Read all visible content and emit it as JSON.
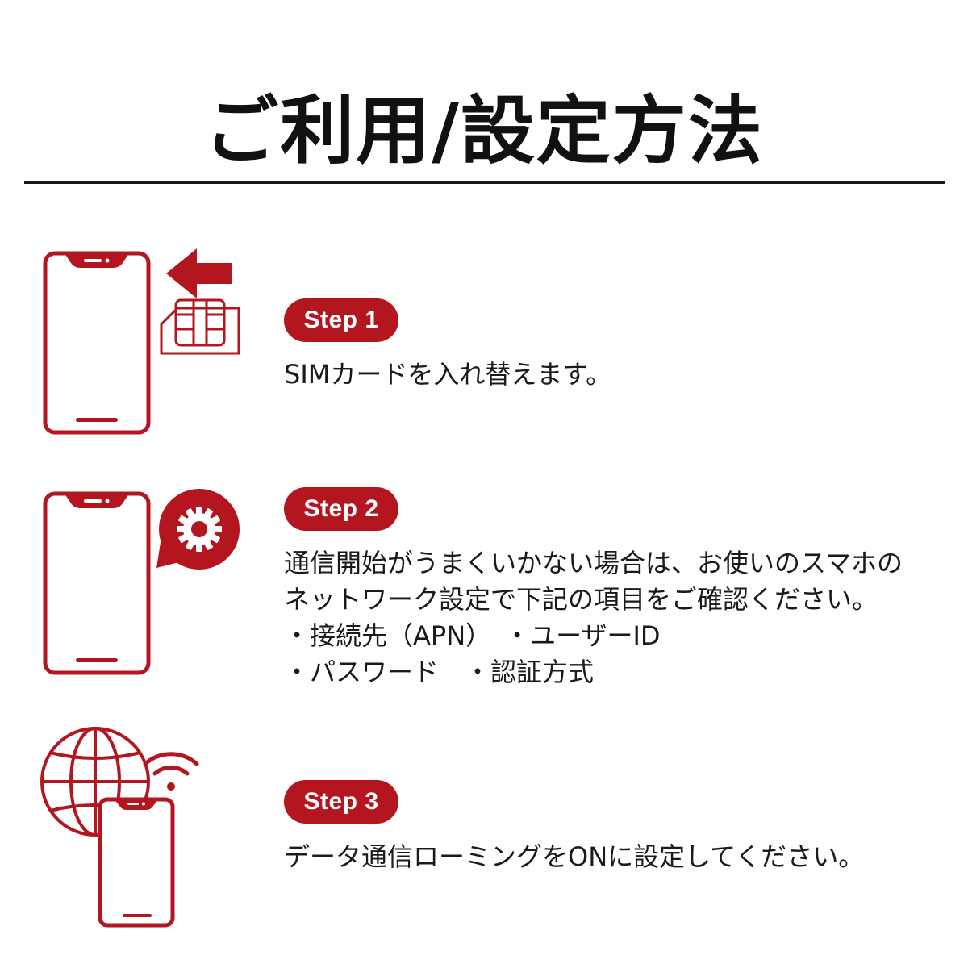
{
  "title": "ご利用/設定方法",
  "colors": {
    "accent": "#b3161e",
    "text": "#1a1a1a"
  },
  "steps": [
    {
      "badge": "Step 1",
      "icon": "phone-sim-card-icon",
      "lines": [
        "SIMカードを入れ替えます。"
      ]
    },
    {
      "badge": "Step 2",
      "icon": "phone-settings-gear-icon",
      "lines": [
        "通信開始がうまくいかない場合は、お使いのスマホの",
        "ネットワーク設定で下記の項目をご確認ください。",
        "・接続先（APN）　・ユーザーID",
        "・パスワード　・認証方式"
      ]
    },
    {
      "badge": "Step 3",
      "icon": "globe-phone-wifi-icon",
      "lines": [
        "データ通信ローミングをONに設定してください。"
      ]
    }
  ]
}
